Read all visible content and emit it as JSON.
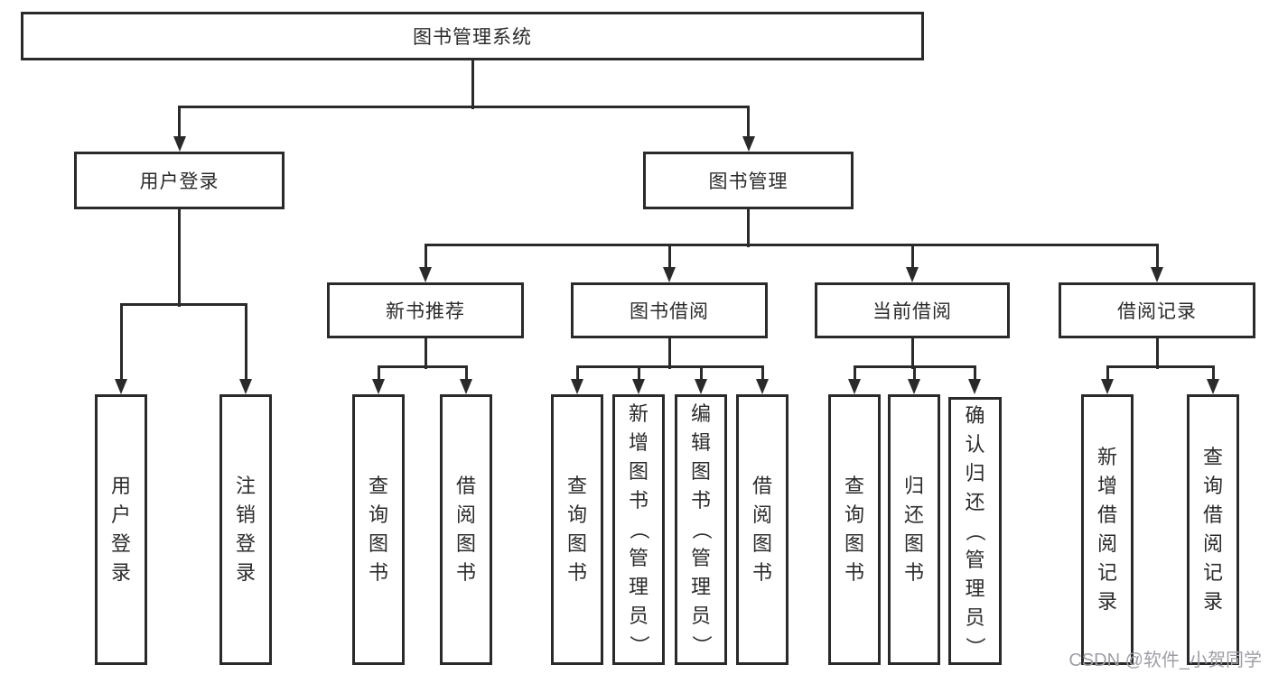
{
  "nodes": {
    "root": "图书管理系统",
    "user_login": "用户登录",
    "book_management": "图书管理",
    "new_book_recommend": "新书推荐",
    "book_borrowing": "图书借阅",
    "current_borrowing": "当前借阅",
    "borrowing_records": "借阅记录",
    "leaf_user_login": "用户登录",
    "leaf_logout_login": "注销登录",
    "leaf_query_books_recommend": "查询图书",
    "leaf_borrow_books_recommend": "借阅图书",
    "leaf_query_books_borrowing": "查询图书",
    "leaf_add_books_admin": "新增图书（管理员）",
    "leaf_edit_books_admin": "编辑图书（管理员）",
    "leaf_borrow_books_borrowing": "借阅图书",
    "leaf_query_books_current": "查询图书",
    "leaf_return_books": "归还图书",
    "leaf_confirm_return_admin": "确认归还（管理员）",
    "leaf_add_borrow_record": "新增借阅记录",
    "leaf_query_borrow_record": "查询借阅记录"
  },
  "watermark": "CSDN @软件_小贺同学",
  "colors": {
    "line": "#2a2a2a",
    "text": "#2b2b2b",
    "box_background": "#ffffff",
    "watermark": "#9e9ea6"
  }
}
